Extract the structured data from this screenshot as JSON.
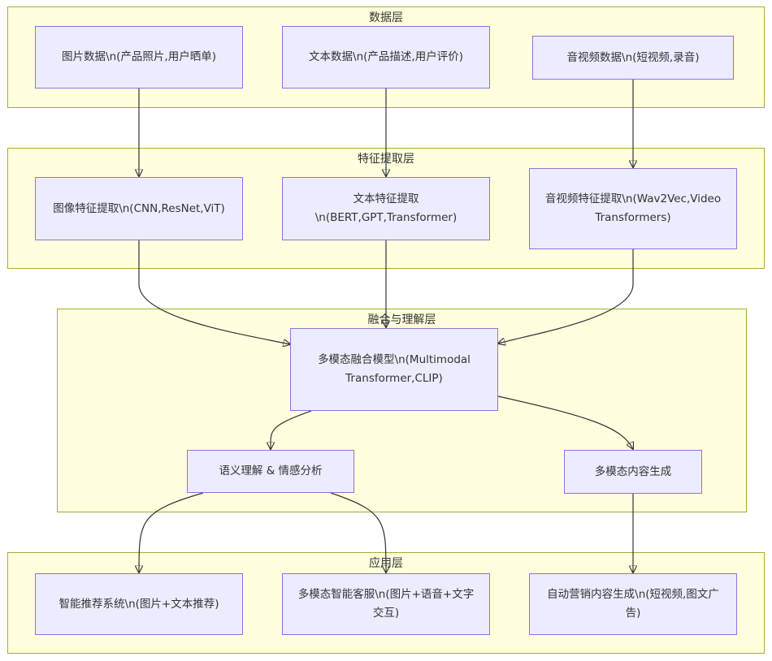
{
  "layers": {
    "data": {
      "title": "数据层"
    },
    "feature": {
      "title": "特征提取层"
    },
    "fusion": {
      "title": "融合与理解层"
    },
    "app": {
      "title": "应用层"
    }
  },
  "nodes": {
    "image_data": "图片数据\\n(产品照片,用户晒单)",
    "text_data": "文本数据\\n(产品描述,用户评价)",
    "av_data": "音视频数据\\n(短视频,录音)",
    "image_feat": "图像特征提取\\n(CNN,ResNet,ViT)",
    "text_feat": "文本特征提取\\n(BERT,GPT,Transformer)",
    "av_feat": "音视频特征提取\\n(Wav2Vec,Video Transformers)",
    "fusion_model": "多模态融合模型\\n(Multimodal Transformer,CLIP)",
    "semantic": "语义理解 & 情感分析",
    "content_gen": "多模态内容生成",
    "recommend": "智能推荐系统\\n(图片+文本推荐)",
    "service": "多模态智能客服\\n(图片+语音+文字交互)",
    "marketing": "自动营销内容生成\\n(短视频,图文广告)"
  },
  "colors": {
    "cluster_fill": "#ffffde",
    "cluster_border": "#aaaa33",
    "node_fill": "#ececff",
    "node_border": "#9370db",
    "edge": "#333333"
  }
}
